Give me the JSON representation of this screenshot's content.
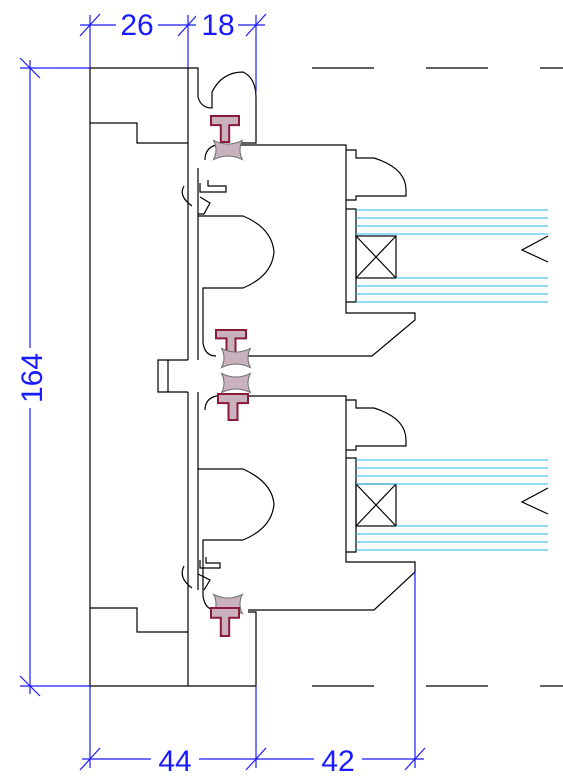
{
  "colors": {
    "outline": "#000000",
    "dimension": "#1a1aff",
    "glazing": "#29b6f6",
    "gasket_fill": "#c9b2bd",
    "gasket_stroke": "#8b1a3a",
    "gasket_dark": "#6b6b6b"
  },
  "dimensions": {
    "top_left": "26",
    "top_right": "18",
    "overall_height": "164",
    "bottom_left": "44",
    "bottom_right": "42"
  }
}
